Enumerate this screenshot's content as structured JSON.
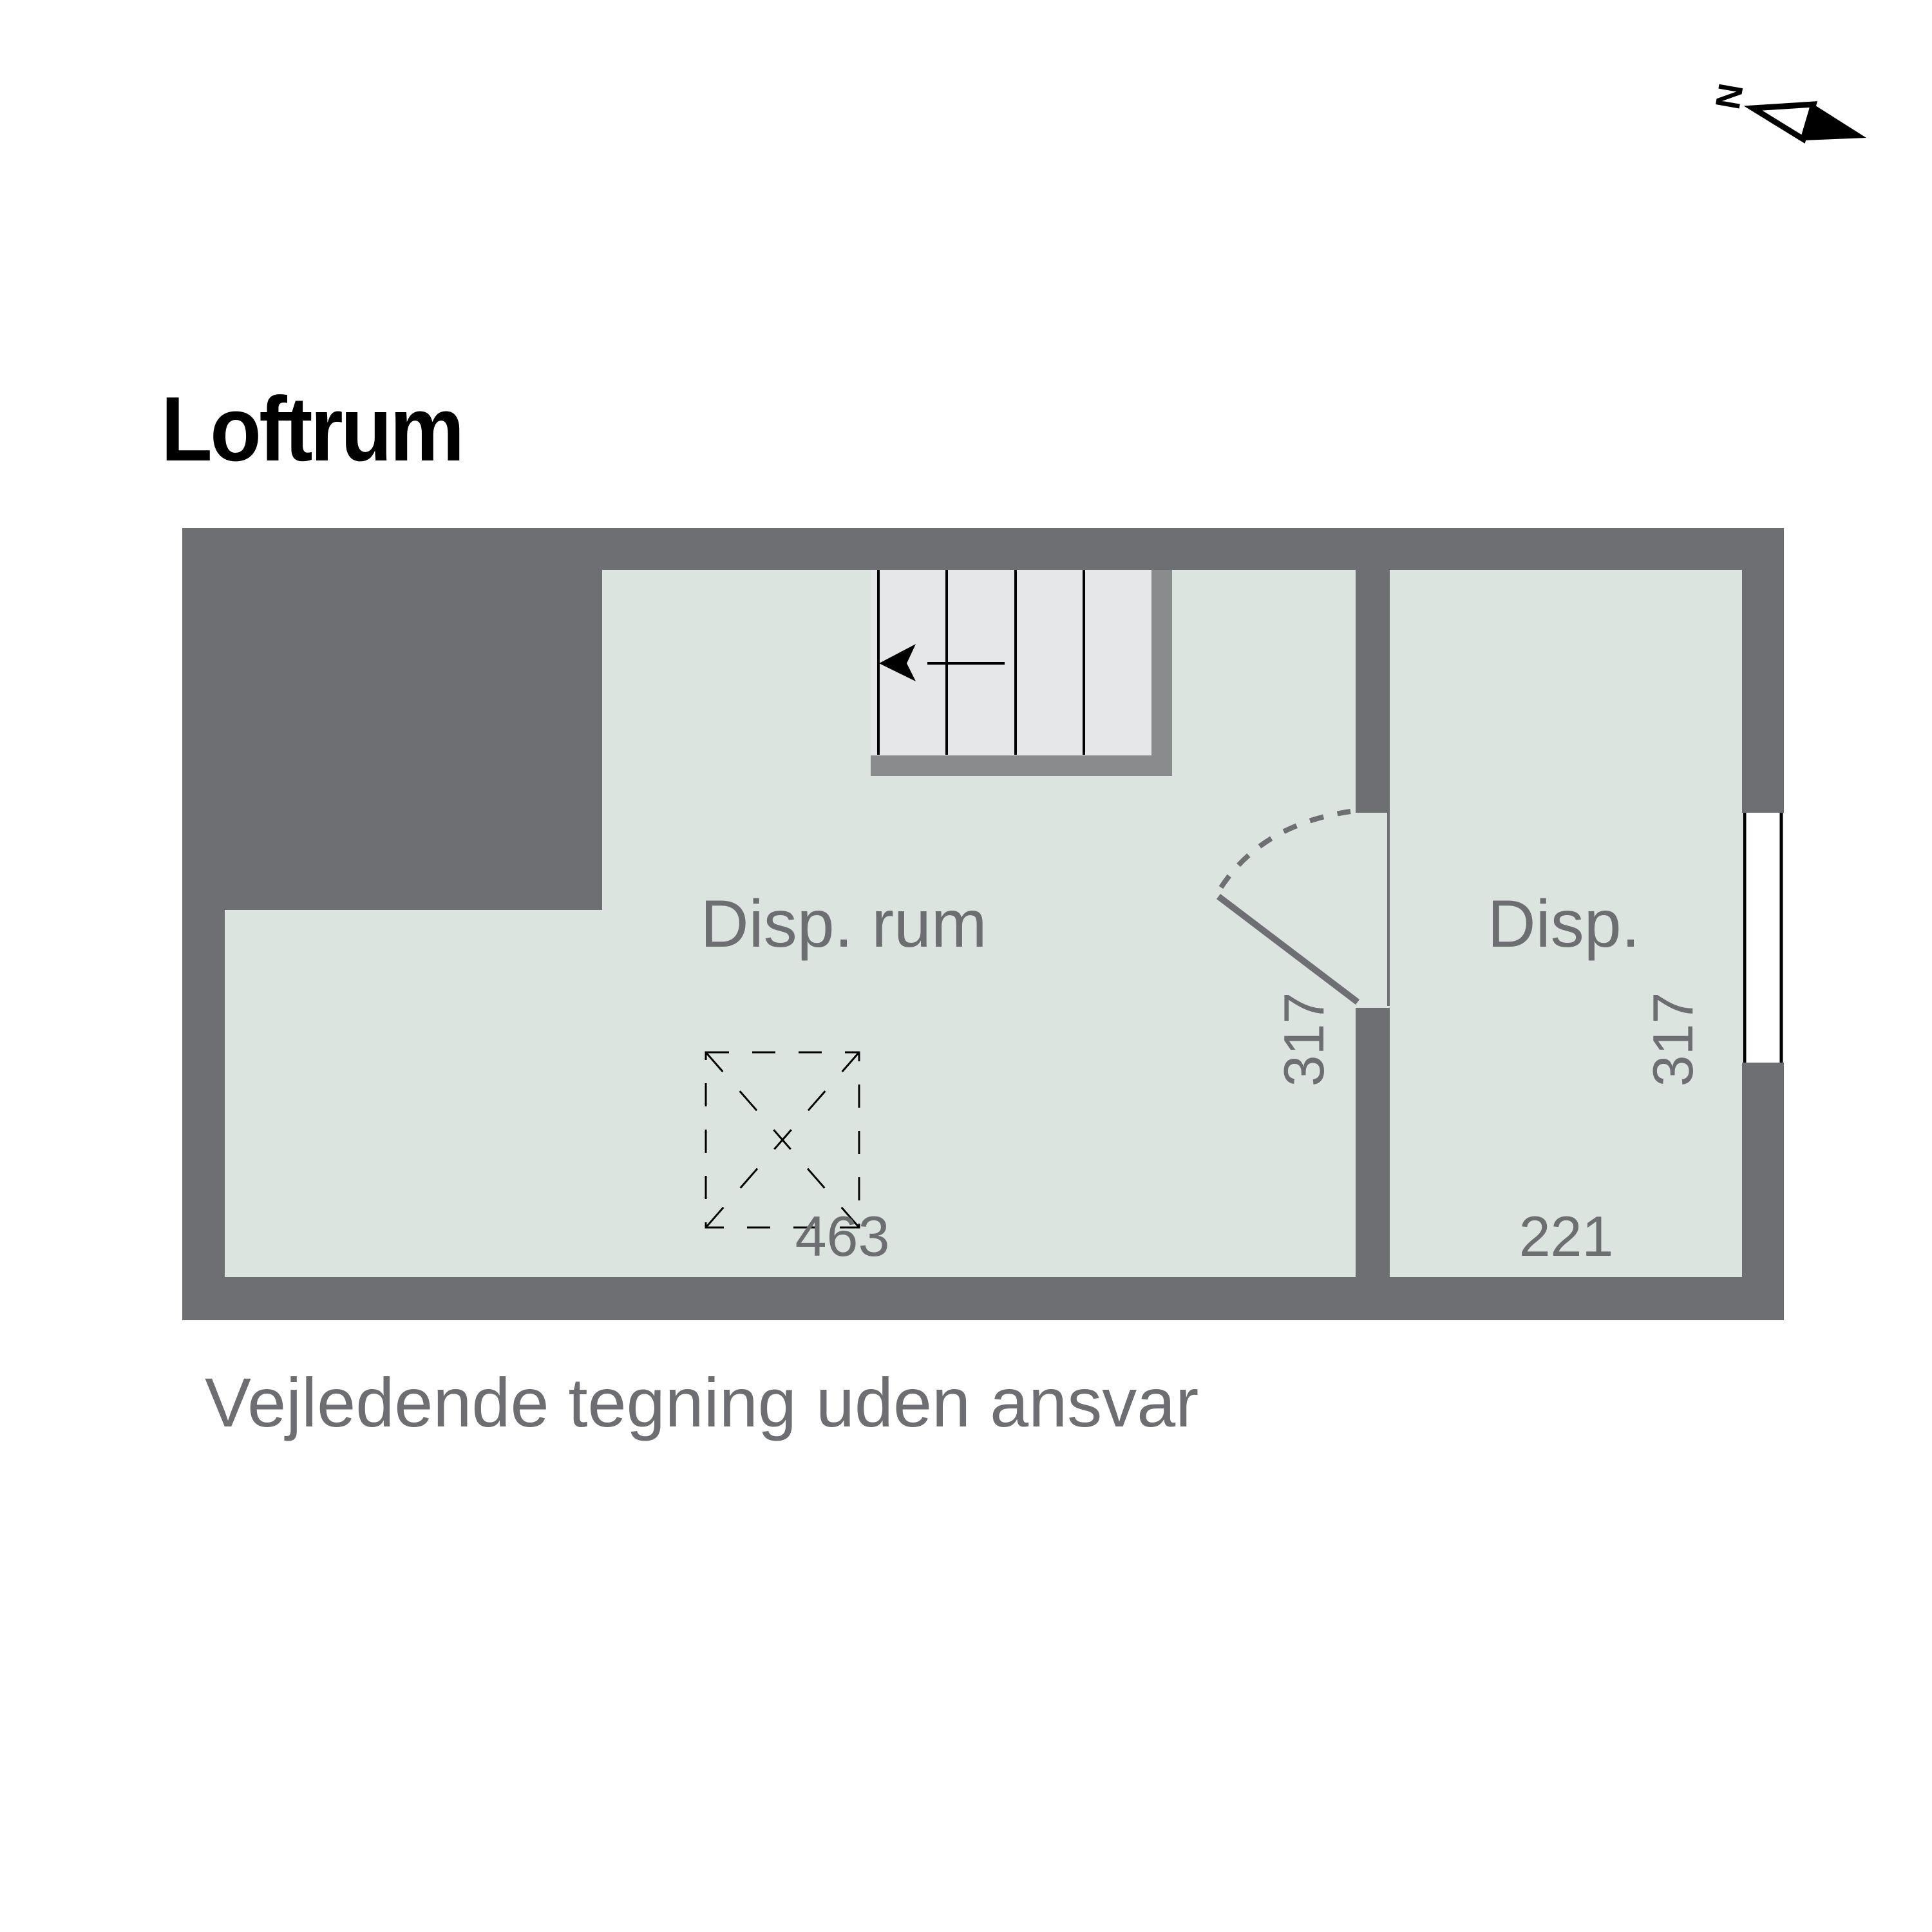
{
  "plan": {
    "title": "Loftrum",
    "disclaimer": "Vejledende tegning uden ansvar",
    "compass": {
      "label": "N",
      "icon": "north-arrow-icon"
    },
    "rooms": [
      {
        "name": "Disp. rum",
        "width_dim": "463",
        "depth_dim": "317"
      },
      {
        "name": "Disp.",
        "width_dim": "221",
        "depth_dim": "317"
      }
    ],
    "features": {
      "staircase": "stairs-down-arrow",
      "door": "swing-door",
      "window": "window",
      "hatch": "attic-hatch"
    }
  },
  "colors": {
    "wall": "#6e6f73",
    "floor": "#dbe4df",
    "stairs": "#e6e7e8",
    "stair_border": "#8a8b8c",
    "text": "#6d6e71",
    "title": "#000000"
  }
}
